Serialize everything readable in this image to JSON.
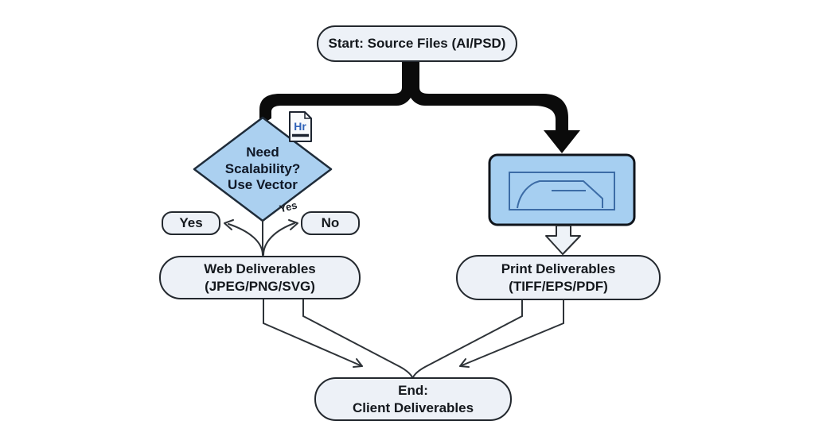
{
  "diagram": {
    "nodes": {
      "start": {
        "label": "Start: Source Files (AI/PSD)"
      },
      "decision": {
        "line1": "Need",
        "line2": "Scalability?",
        "line3": "Use Vector"
      },
      "yes_box": {
        "label": "Yes"
      },
      "no_box": {
        "label": "No"
      },
      "edge_label_yes": "Yes",
      "web": {
        "line1": "Web Deliverables",
        "line2": "(JPEG/PNG/SVG)"
      },
      "print": {
        "line1": "Print Deliverables",
        "line2": "(TIFF/EPS/PDF)"
      },
      "end": {
        "line1": "End:",
        "line2": "Client Deliverables"
      }
    },
    "icons": {
      "file_badge_text": "Hr"
    },
    "colors": {
      "pill_fill": "#edf1f7",
      "pill_border": "#23282e",
      "diamond_fill": "#abd0f0",
      "diamond_border": "#1f2c3a",
      "image_box_fill": "#a6cff1",
      "image_box_border": "#10151c",
      "image_box_line": "#3c6ca6",
      "thick_arrow": "#0b0b0b",
      "connector": "#2e3338",
      "hollow_arrow_fill": "#eef3f8",
      "icon_text": "#2f62b8",
      "text": "#14181d"
    }
  }
}
